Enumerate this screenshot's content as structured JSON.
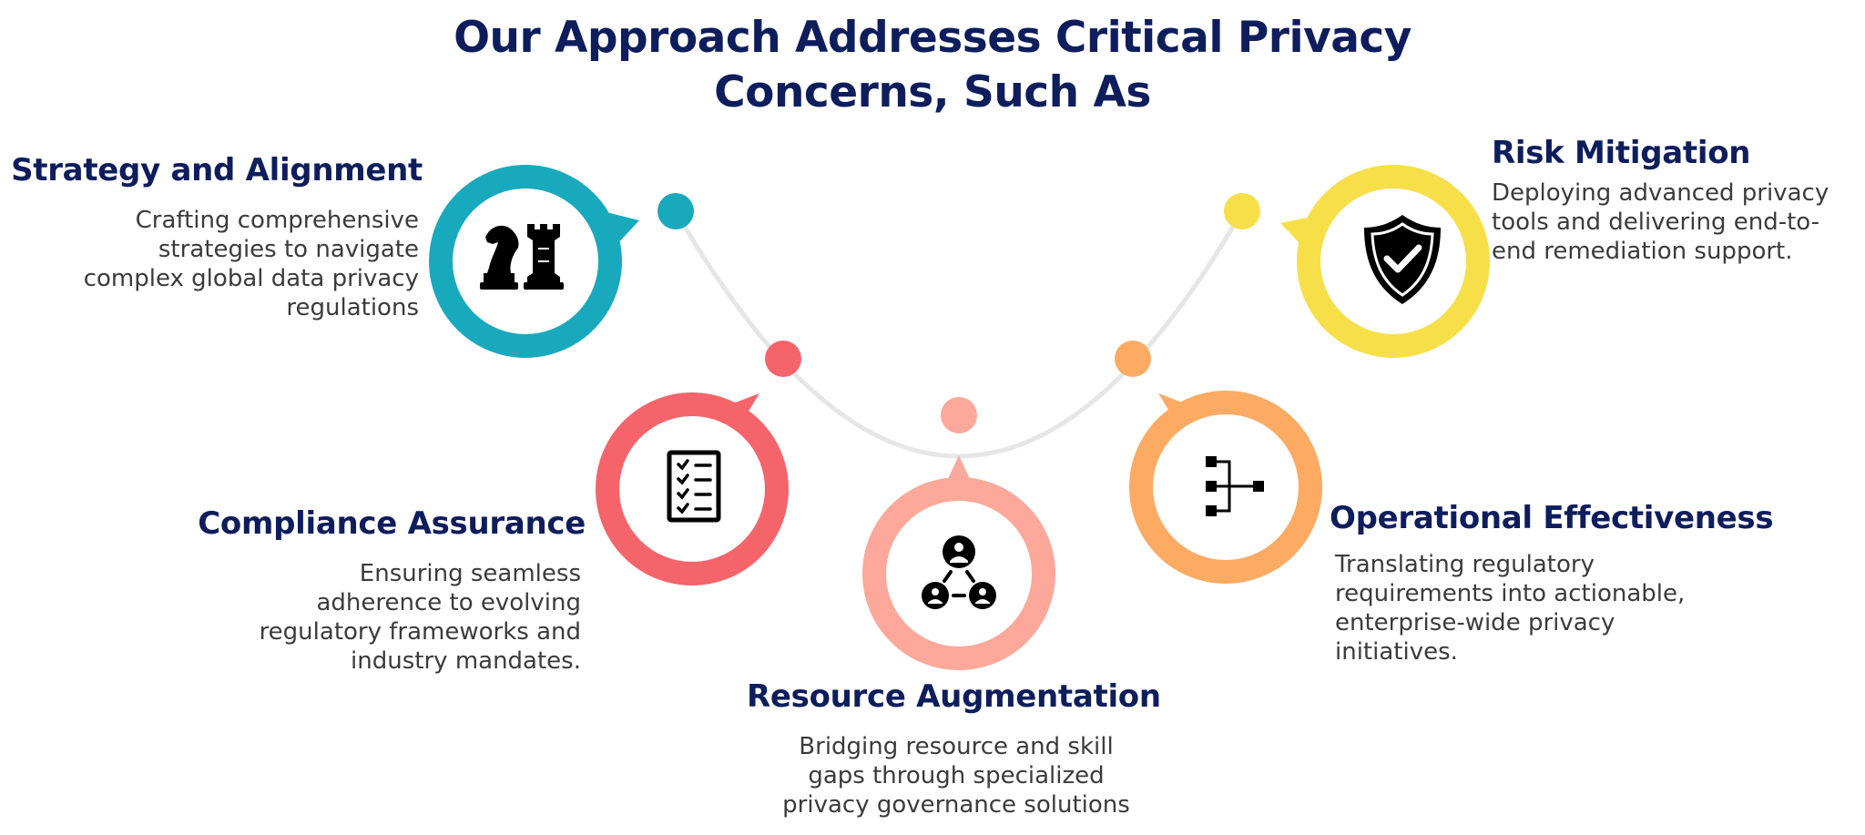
{
  "title": {
    "line1": "Our Approach Addresses Critical Privacy",
    "line2": "Concerns, Such As"
  },
  "items": [
    {
      "key": "strategy",
      "heading": "Strategy and Alignment",
      "desc_lines": [
        "Crafting comprehensive",
        "strategies to navigate",
        "complex global data privacy",
        "regulations"
      ],
      "color": "#19a9bd",
      "icon": "chess-knight-rook-icon"
    },
    {
      "key": "compliance",
      "heading": "Compliance Assurance",
      "desc_lines": [
        "Ensuring seamless",
        "adherence to evolving",
        "regulatory frameworks and",
        "industry mandates."
      ],
      "color": "#f5646a",
      "icon": "checklist-icon"
    },
    {
      "key": "resource",
      "heading": "Resource Augmentation",
      "desc_lines": [
        "Bridging resource and skill",
        "gaps through specialized",
        "privacy governance solutions"
      ],
      "color": "#fda89a",
      "icon": "people-network-icon"
    },
    {
      "key": "operational",
      "heading": "Operational Effectiveness",
      "desc_lines": [
        "Translating regulatory",
        "requirements into actionable,",
        "enterprise-wide privacy",
        "initiatives."
      ],
      "color": "#fdaa63",
      "icon": "hierarchy-icon"
    },
    {
      "key": "risk",
      "heading": "Risk Mitigation",
      "desc_lines": [
        "Deploying advanced privacy",
        "tools and delivering end-to-",
        "end remediation support."
      ],
      "color": "#f7df4a",
      "icon": "shield-check-icon"
    }
  ],
  "connector_color": "#e6e6e6",
  "text_color": "#0e1d5c"
}
